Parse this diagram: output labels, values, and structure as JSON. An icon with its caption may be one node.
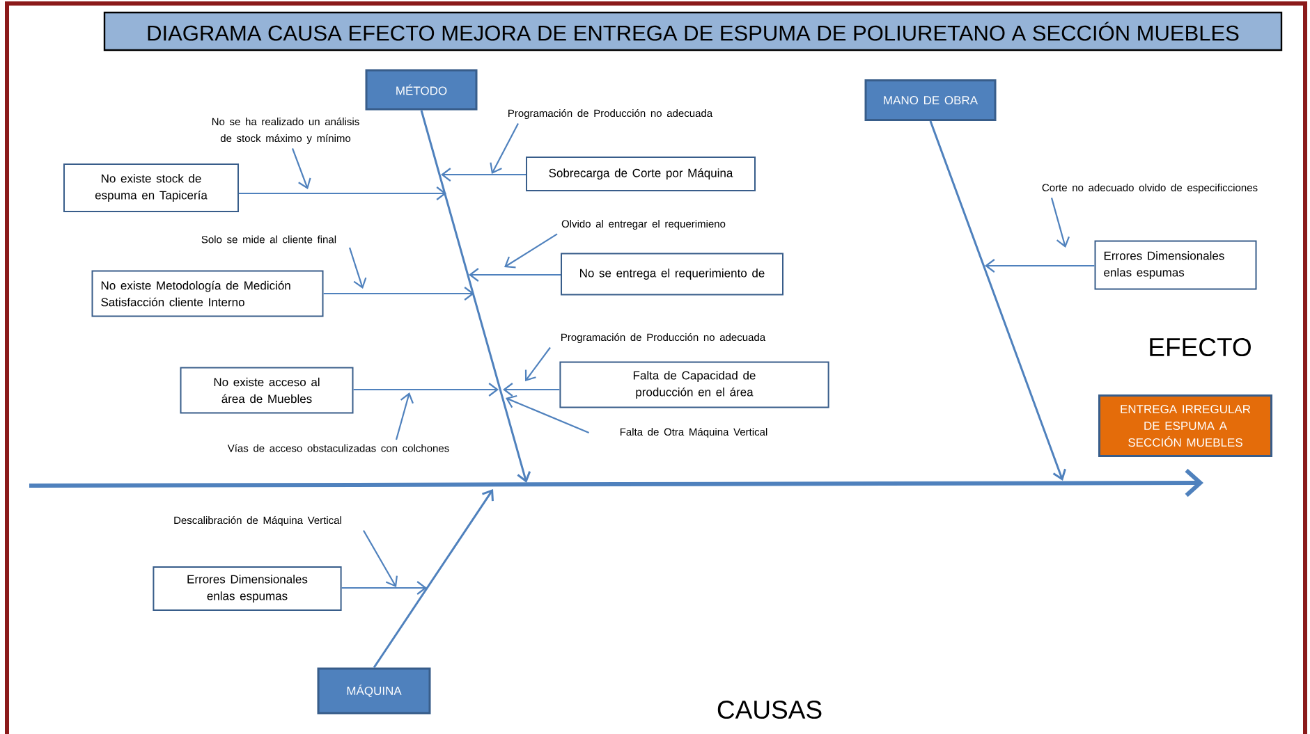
{
  "diagram": {
    "title": "DIAGRAMA CAUSA EFECTO MEJORA DE ENTREGA DE ESPUMA DE POLIURETANO  A SECCIÓN MUEBLES",
    "nodes": [
      {
        "text": [
          "MÉTODO"
        ]
      },
      {
        "text": [
          "No se ha realizado un análisis de stock máximo y mínimo"
        ]
      },
      {
        "text": [
          "No existe stock de espuma en Tapicería"
        ]
      },
      {
        "text": [
          "Programación de Producción no adecuada"
        ]
      },
      {
        "text": [
          "Sobrecarga de Corte por Máquina"
        ]
      },
      {
        "text": [
          "Solo se mide al cliente final"
        ]
      },
      {
        "text": [
          "No existe Metodología de Medición Satisfacción cliente Interno"
        ]
      },
      {
        "text": [
          "Olvido al entregar el requerimieno"
        ]
      },
      {
        "text": [
          "No se entrega el requerimiento de"
        ]
      },
      {
        "text": [
          "Programación de Producción no adecuada"
        ]
      },
      {
        "text": [
          "Falta de Capacidad de producción en el área"
        ]
      },
      {
        "text": [
          "No existe acceso al área de Muebles"
        ]
      },
      {
        "text": [
          "Vías de acceso obstaculizadas con colchones"
        ]
      },
      {
        "text": [
          "Falta de Otra Máquina Vertical"
        ]
      },
      {
        "text": [
          "MANO DE OBRA"
        ]
      },
      {
        "text": [
          "Corte no adecuado olvido de especificciones"
        ]
      },
      {
        "text": [
          "Errores Dimensionales enlas espumas"
        ]
      },
      {
        "text": [
          "ENTREGA IRREGULAR DE ESPUMA A SECCIÓN MUEBLES"
        ]
      },
      {
        "text": [
          "Descalibración de Máquina Vertical"
        ]
      },
      {
        "text": [
          "Errores Dimensionales enlas espumas"
        ]
      },
      {
        "text": [
          "MÁQUINA"
        ]
      }
    ],
    "edges": [
      {
        "from": 0,
        "to": null,
        "arrow": "to"
      },
      {
        "from": 14,
        "to": null,
        "arrow": "to"
      },
      {
        "from": 20,
        "to": null,
        "arrow": "to"
      },
      {
        "from": 2,
        "to": null,
        "arrow": "to"
      },
      {
        "from": 4,
        "to": null,
        "arrow": "to"
      },
      {
        "from": 6,
        "to": null,
        "arrow": "to"
      },
      {
        "from": 8,
        "to": null,
        "arrow": "to"
      },
      {
        "from": 11,
        "to": null,
        "arrow": "to"
      },
      {
        "from": 10,
        "to": null,
        "arrow": "to"
      },
      {
        "from": 13,
        "to": null,
        "arrow": "to"
      },
      {
        "from": 16,
        "to": null,
        "arrow": "to"
      },
      {
        "from": 19,
        "to": null,
        "arrow": "to"
      },
      {
        "from": 1,
        "to": null,
        "arrow": "to"
      },
      {
        "from": 3,
        "to": null,
        "arrow": "to"
      },
      {
        "from": 5,
        "to": null,
        "arrow": "to"
      },
      {
        "from": 7,
        "to": null,
        "arrow": "to"
      },
      {
        "from": 9,
        "to": null,
        "arrow": "to"
      },
      {
        "from": 12,
        "to": null,
        "arrow": "to"
      },
      {
        "from": 15,
        "to": null,
        "arrow": "to"
      },
      {
        "from": 18,
        "to": null,
        "arrow": "to"
      }
    ],
    "labels": [
      "EFECTO",
      "CAUSAS"
    ]
  }
}
